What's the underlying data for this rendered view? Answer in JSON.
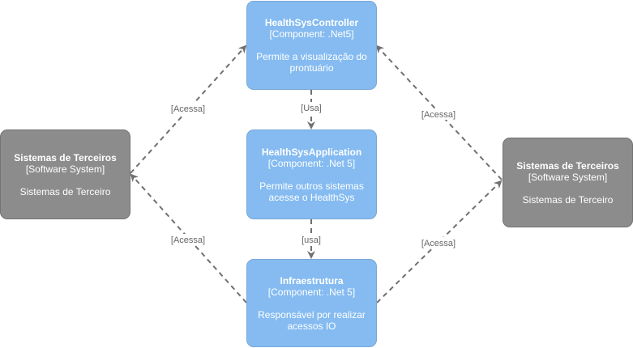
{
  "colors": {
    "component_fill": "#85bbf0",
    "system_fill": "#8c8c8c",
    "edge": "#707070",
    "edge_label": "#666666",
    "text": "#ffffff"
  },
  "nodes": {
    "controller": {
      "title": "HealthSysController",
      "type": "[Component: .Net5]",
      "description_line1": "Permite a visualização do",
      "description_line2": "prontuário"
    },
    "application": {
      "title": "HealthSysApplication",
      "type": "[Component: .Net 5]",
      "description_line1": "Permite outros sistemas",
      "description_line2": "acesse o HealthSys"
    },
    "infra": {
      "title": "Infraestrutura",
      "type": "[Component: .Net 5]",
      "description_line1": "Responsável por realizar",
      "description_line2": "acessos IO"
    },
    "third_left": {
      "title": "Sistemas de Terceiros",
      "type": "[Software System]",
      "description": "Sistemas de Terceiro"
    },
    "third_right": {
      "title": "Sistemas de Terceiros",
      "type": "[Software System]",
      "description": "Sistemas de Terceiro"
    }
  },
  "edges": {
    "controller_to_application": "[Usa]",
    "application_to_infra": "[usa]",
    "left_to_controller": "[Acessa]",
    "infra_to_left": "[Acessa]",
    "right_to_controller": "[Acessa]",
    "infra_to_right": "[Acessa]"
  }
}
